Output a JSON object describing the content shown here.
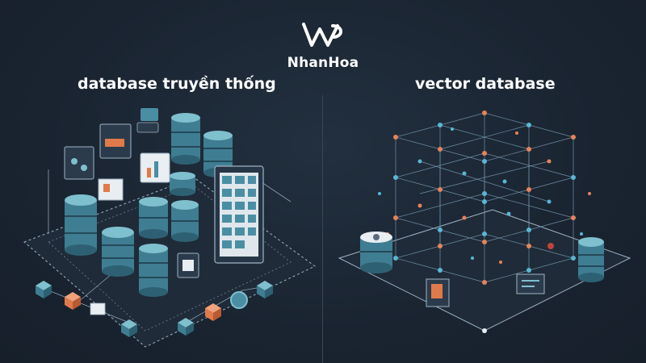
{
  "brand": {
    "name": "NhanHoa"
  },
  "titles": {
    "left": "database truyền thống",
    "right": "vector database"
  },
  "colors": {
    "background": "#1b2633",
    "teal": "#4a8ea3",
    "teal_light": "#7fc0cf",
    "orange": "#e07a4a",
    "node_blue": "#5ab6d6",
    "node_orange": "#e8835a"
  }
}
